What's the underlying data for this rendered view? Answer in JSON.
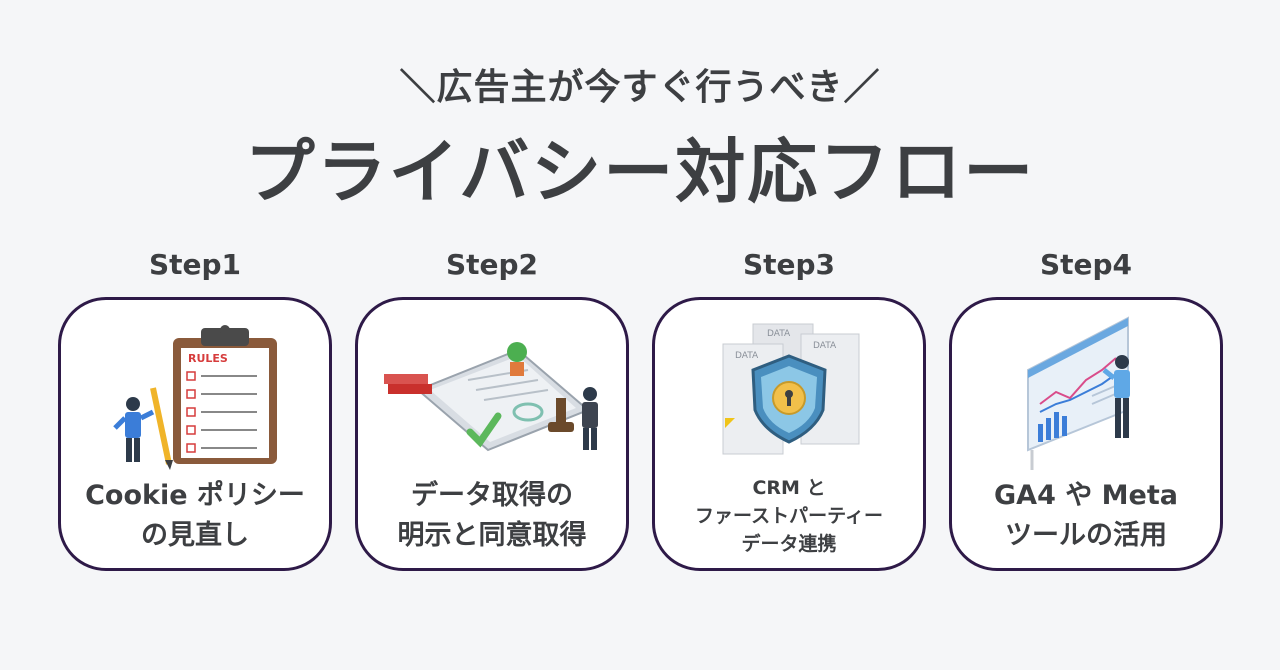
{
  "header": {
    "subtitle": "＼広告主が今すぐ行うべき／",
    "title": "プライバシー対応フロー"
  },
  "steps": [
    {
      "label": "Step1",
      "lines": [
        "Cookie ポリシー",
        "の見直し"
      ],
      "illustration_text": "RULES",
      "icon": "clipboard-rules-icon"
    },
    {
      "label": "Step2",
      "lines": [
        "データ取得の",
        "明示と同意取得"
      ],
      "icon": "contract-agreement-icon"
    },
    {
      "label": "Step3",
      "lines": [
        "CRM と",
        "ファーストパーティー",
        "データ連携"
      ],
      "illustration_text": [
        "DATA",
        "DATA",
        "DATA"
      ],
      "icon": "data-security-shield-icon"
    },
    {
      "label": "Step4",
      "lines": [
        "GA4 や Meta",
        "ツールの活用"
      ],
      "icon": "analytics-dashboard-icon"
    }
  ],
  "colors": {
    "background": "#f5f6f8",
    "text": "#3d3f42",
    "card_border": "#2e1a48"
  }
}
